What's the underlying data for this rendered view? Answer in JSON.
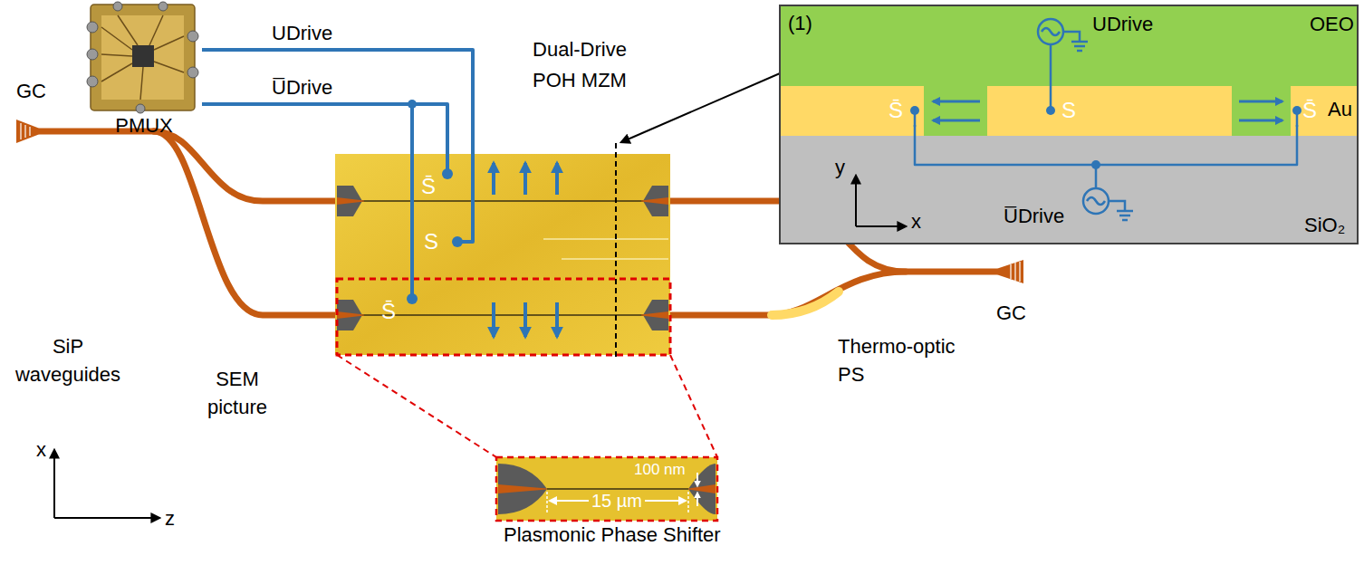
{
  "diagram": {
    "nodes": [
      {
        "text": [
          "PMUX"
        ]
      },
      {
        "text": [
          "S̄"
        ]
      },
      {
        "text": [
          "S"
        ]
      },
      {
        "text": [
          "S̄"
        ]
      },
      {
        "text": [
          "(1)"
        ]
      },
      {
        "text": [
          "S̄"
        ],
        "in": 4
      },
      {
        "text": [
          "S"
        ],
        "in": 4
      },
      {
        "text": [
          "S̄"
        ],
        "in": 4
      }
    ],
    "edges": [
      {
        "from": 0,
        "to": 2,
        "label": "UDrive",
        "arrow": "none"
      },
      {
        "from": 0,
        "to": 1,
        "label": "U̅Drive",
        "arrow": "none"
      },
      {
        "from": 0,
        "to": 3,
        "arrow": "none"
      },
      {
        "from": 5,
        "to": 7,
        "arrow": "none"
      }
    ],
    "labels": [
      "Dual-Drive POH MZM",
      "GC",
      "GC",
      "SiP waveguides",
      "SEM picture",
      "Thermo-optic PS",
      "x",
      "z",
      "100 nm",
      "15 µm",
      "Plasmonic Phase Shifter",
      "UDrive",
      "U̅Drive",
      "OEO",
      "Au",
      "SiO₂",
      "y",
      "x"
    ]
  }
}
